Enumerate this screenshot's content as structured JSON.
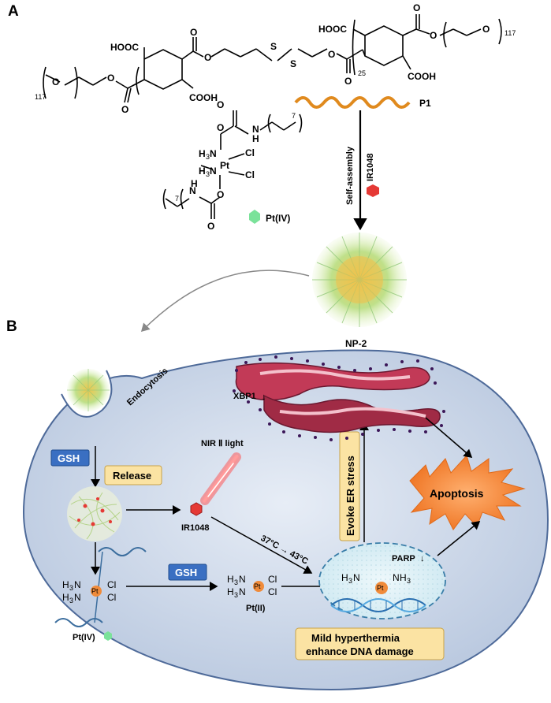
{
  "panels": {
    "a": "A",
    "b": "B"
  },
  "chem": {
    "hooc_left": "HOOC",
    "cooh_left": "COOH",
    "hooc_right": "HOOC",
    "cooh_right": "COOH",
    "o": "O",
    "s": "S",
    "n117": "117",
    "n25": "25",
    "n7": "7",
    "h3n": "H",
    "n": "N",
    "pt": "Pt",
    "cl": "Cl",
    "h": "H",
    "three": "3"
  },
  "labels": {
    "p1": "P1",
    "pt_iv_top": "Pt(IV)",
    "self_assembly": "Self-assembly",
    "ir1048_top": "IR1048",
    "np2": "NP-2",
    "endocytosis": "Endocytosis",
    "gsh_1": "GSH",
    "release": "Release",
    "nir_light": "NIR Ⅱ light",
    "ir1048_cell": "IR1048",
    "temp": "37°C → 43°C",
    "xbp1": "XBP1",
    "evoke_er": "Evoke  ER stress",
    "apoptosis": "Apoptosis",
    "gsh_2": "GSH",
    "pt_iv_cell": "Pt(IV)",
    "pt_ii": "Pt(II)",
    "parp": "PARP",
    "hyper_1": "Mild hyperthermia",
    "hyper_2": "enhance DNA damage"
  },
  "colors": {
    "cell_fill": "#d2dcec",
    "cell_stroke": "#4e6a99",
    "gsh_box": "#3a6fc2",
    "label_box": "#fbe3a3",
    "er_color": "#c23a57",
    "apoptosis": "#f6873a",
    "p1_orange": "#e08a1e",
    "pt_green": "#7be29a",
    "ir_red": "#e53935",
    "nucleus": "#dff1f7"
  }
}
